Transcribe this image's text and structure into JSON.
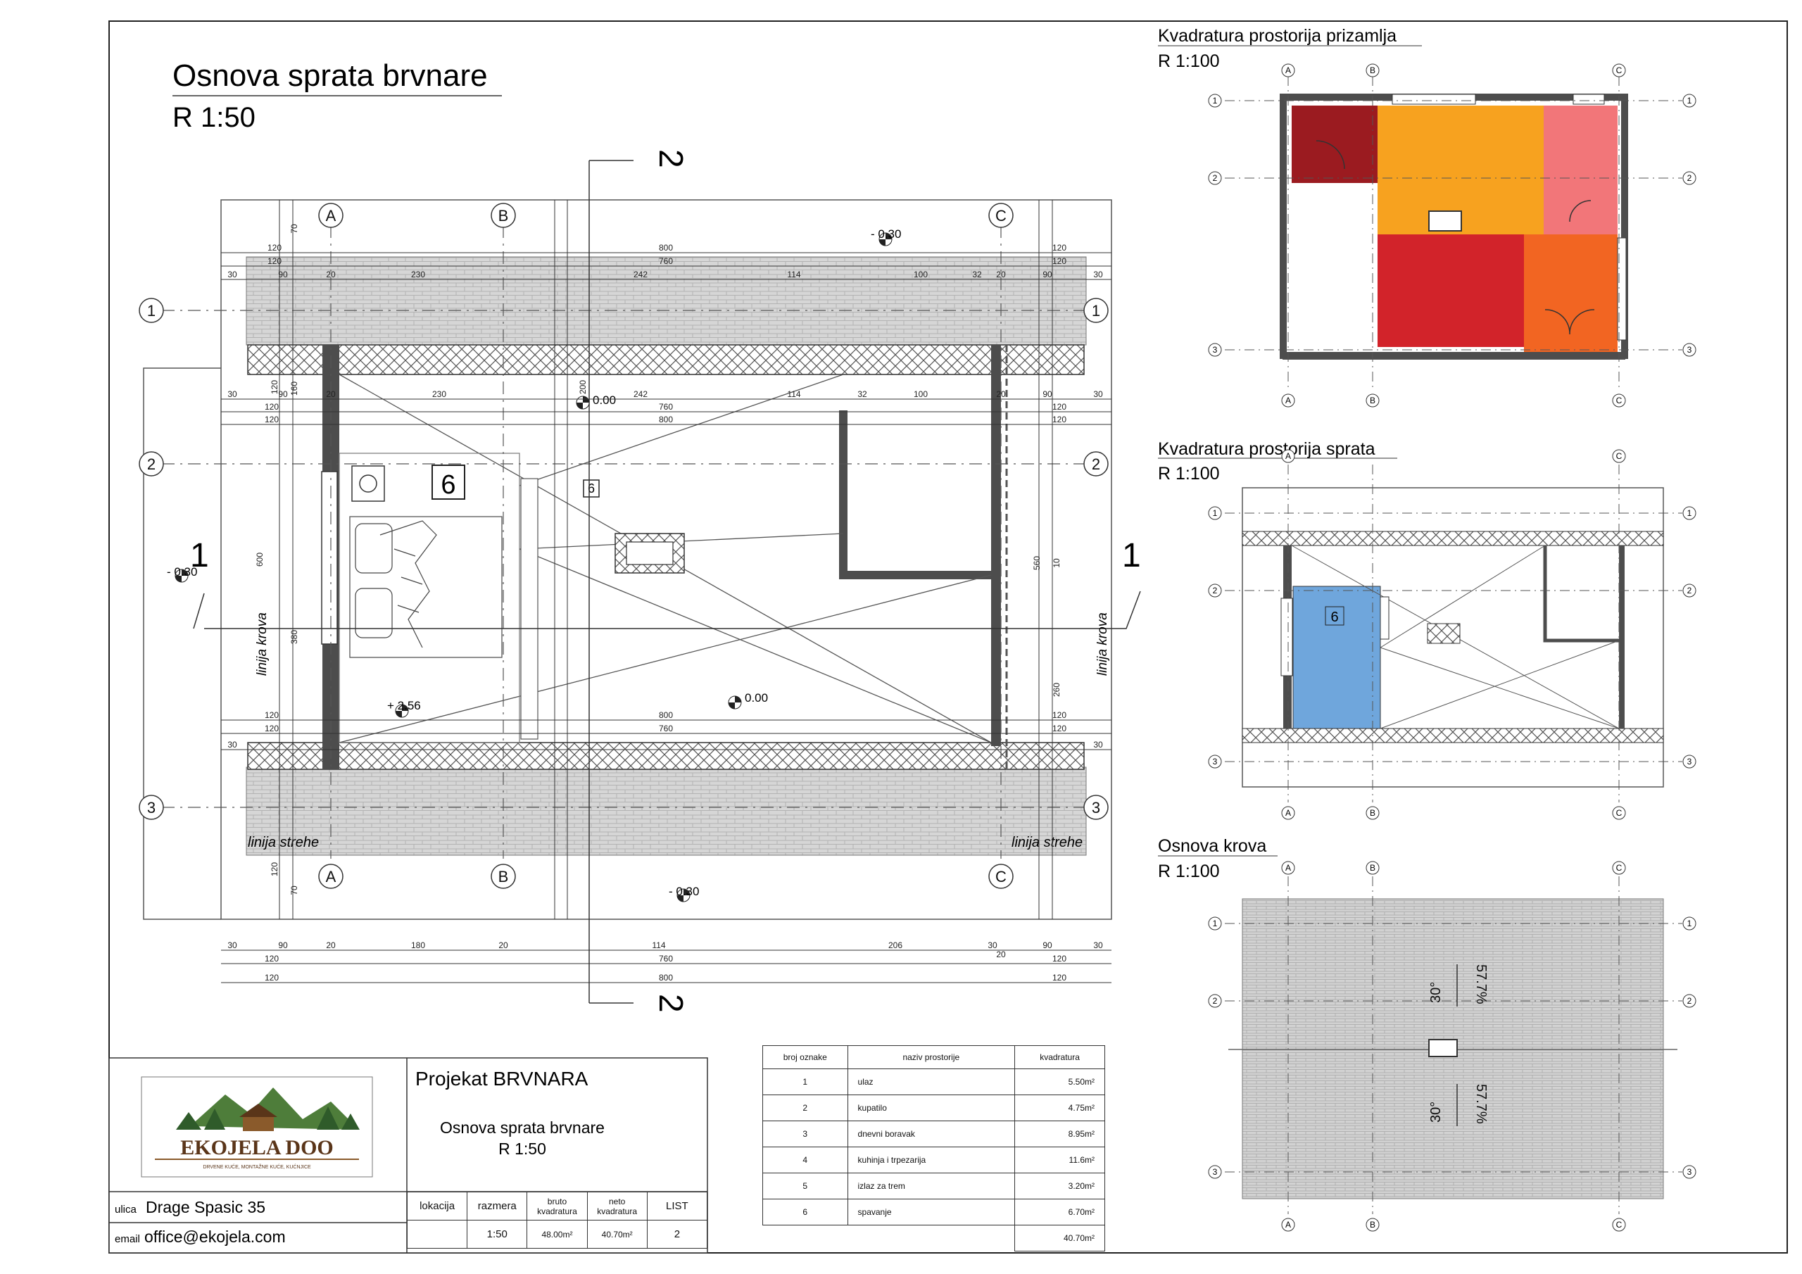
{
  "main_plan": {
    "title": "Osnova sprata brvnare",
    "scale": "R 1:50",
    "axes_x": [
      "A",
      "B",
      "C"
    ],
    "axes_y": [
      "1",
      "2",
      "3"
    ],
    "section_marks": [
      "1",
      "2"
    ],
    "room_tag": "6",
    "levels": [
      "- 0.30",
      "0.00",
      "+ 2.56",
      "0.00",
      "- 0.30",
      "- 0.30"
    ],
    "roof_line_label": "linija krova",
    "eave_line_label": "linija strehe",
    "dims_top_1": [
      "120",
      "800",
      "120"
    ],
    "dims_top_2": [
      "120",
      "760",
      "120"
    ],
    "dims_top_3": [
      "30",
      "90",
      "20",
      "230",
      "242",
      "114",
      "100",
      "32",
      "20",
      "90",
      "30"
    ],
    "dims_inner_1": [
      "30",
      "90",
      "20",
      "230",
      "242",
      "114",
      "100",
      "32",
      "20",
      "90",
      "30"
    ],
    "dims_inner_2": [
      "120",
      "760",
      "120"
    ],
    "dims_inner_3": [
      "120",
      "800",
      "120"
    ],
    "dims_bottom_1": [
      "30",
      "90",
      "20",
      "180",
      "20",
      "114",
      "206",
      "30",
      "20",
      "90",
      "30"
    ],
    "dims_bottom_2": [
      "120",
      "760",
      "120"
    ],
    "dims_bottom_3": [
      "120",
      "800",
      "120"
    ],
    "dims_vertical": [
      "70",
      "120",
      "200",
      "160",
      "600",
      "380",
      "560",
      "10",
      "260",
      "70",
      "120"
    ]
  },
  "ground_floor": {
    "title": "Kvadratura prostorija prizamlja",
    "scale": "R 1:100"
  },
  "upper_floor": {
    "title": "Kvadratura prostorija sprata",
    "scale": "R 1:100",
    "room_tag": "6"
  },
  "roof_plan": {
    "title": "Osnova krova",
    "scale": "R 1:100",
    "angle": "30°",
    "slope": "57.7%"
  },
  "room_table": {
    "headers": [
      "broj oznake",
      "naziv prostorije",
      "kvadratura"
    ],
    "rows": [
      {
        "num": "1",
        "name": "ulaz",
        "area": "5.50m²"
      },
      {
        "num": "2",
        "name": "kupatilo",
        "area": "4.75m²"
      },
      {
        "num": "3",
        "name": "dnevni boravak",
        "area": "8.95m²"
      },
      {
        "num": "4",
        "name": "kuhinja i trpezarija",
        "area": "11.6m²"
      },
      {
        "num": "5",
        "name": "izlaz za trem",
        "area": "3.20m²"
      },
      {
        "num": "6",
        "name": "spavanje",
        "area": "6.70m²"
      }
    ],
    "total": "40.70m²"
  },
  "title_block": {
    "logo_text": "EKOJELA DOO",
    "logo_sub": "DRVENE KUĆE, MONTAŽNE KUĆE, KUĆNJICE",
    "project": "Projekat BRVNARA",
    "drawing": "Osnova sprata brvnare",
    "drawing_scale": "R 1:50",
    "street_label": "ulica",
    "street": "Drage Spasic 35",
    "email_label": "email",
    "email": "office@ekojela.com",
    "cols": [
      "lokacija",
      "razmera",
      "bruto kvadratura",
      "neto kvadratura",
      "LIST"
    ],
    "vals": [
      "",
      "1:50",
      "48.00m²",
      "40.70m²",
      "2"
    ]
  },
  "colors": {
    "ulaz": "#9b1b20",
    "kupatilo": "#f27679",
    "dnevni_boravak": "#d2232a",
    "kuhinja": "#f7a21f",
    "izlaz": "#f26522",
    "spavanje": "#6fa6dc",
    "wall": "#4d4d4d",
    "roof": "#d6d6d6"
  }
}
